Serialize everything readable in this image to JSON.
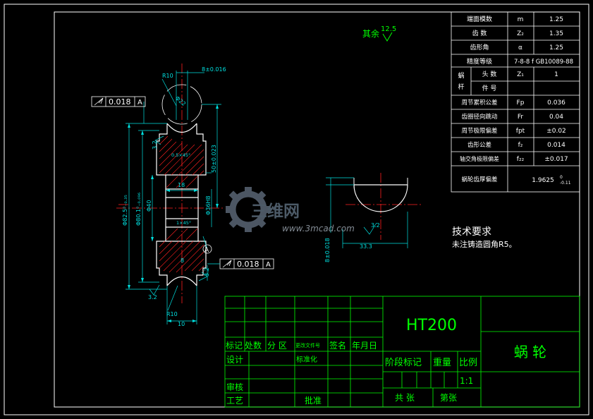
{
  "colors": {
    "background": "#000000",
    "outline": "#ffffff",
    "dimension": "#00e0e0",
    "center": "#ff2020",
    "title_block": "#00ff00",
    "watermark": "#4a5a6a"
  },
  "surface_finish": {
    "label": "其余",
    "value": "12.5"
  },
  "params": [
    {
      "name": "端面模数",
      "symbol": "m",
      "value": "1.25"
    },
    {
      "name": "齿  数",
      "symbol": "Z₂",
      "value": "1.35"
    },
    {
      "name": "齿形角",
      "symbol": "α",
      "value": "1.25"
    },
    {
      "name": "精度等级",
      "value": "7-8-8 f GB10089-88"
    },
    {
      "name": "蜗",
      "name2": "杆",
      "sub1": "头  数",
      "symbol1": "Z₁",
      "value1": "1",
      "sub2": "件  号"
    },
    {
      "name": "周节累积公差",
      "symbol": "Fp",
      "value": "0.036"
    },
    {
      "name": "齿圈径向跳动",
      "symbol": "Fr",
      "value": "0.04"
    },
    {
      "name": "周节极限偏差",
      "symbol": "fpt",
      "value": "±0.02"
    },
    {
      "name": "齿形公差",
      "symbol": "f₂",
      "value": "0.014"
    },
    {
      "name": "轴交角极限偏差",
      "symbol": "f₂₂",
      "value": "±0.017"
    },
    {
      "name": "蜗轮齿厚偏差",
      "value": "1.9625",
      "value_sup": "0",
      "value_sub": "-0.11"
    }
  ],
  "tolerance_frames": [
    {
      "value": "0.018",
      "datum": "A"
    },
    {
      "value": "0.018",
      "datum": "A"
    }
  ],
  "datum": "A",
  "dims": {
    "top_width": "8±0.016",
    "r10_top": "R10",
    "r10_bottom": "R10",
    "phi22": "Φ22",
    "rough_left": "3.2",
    "rough_right": "3.2",
    "rough_bottom": "3.2",
    "height_right": "50±0.023",
    "d_outer": "Φ82.5⁰₋₀.₃₅",
    "d_pitch": "Φ80.1⁰₋₀.₀₉₆",
    "d_shaft": "Φ40",
    "hub_width": "18",
    "chamfer_top": "0.5×45°",
    "chamfer_bottom": "1×45°",
    "bore": "Φ36H8",
    "bottom_width": "10",
    "eight": "8",
    "key_depth": "33.3",
    "key_rough": "3.2",
    "key_width": "8±0.018"
  },
  "tech_requirements": {
    "title": "技术要求",
    "line1": "未注铸造圆角R5。"
  },
  "watermark": {
    "brand": "三维网",
    "url": "www.3mcad.com"
  },
  "title_block": {
    "material": "HT200",
    "part_name": "蜗   轮",
    "h_mark": "标记",
    "h_count": "处数",
    "h_zone": "分 区",
    "h_doc": "更改文件号",
    "h_sign": "签名",
    "h_date": "年月日",
    "design": "设计",
    "standard": "标准化",
    "stage": "阶段标记",
    "weight": "重量",
    "scale": "比例",
    "scale_value": "1:1",
    "review": "审核",
    "process": "工艺",
    "approve": "批准",
    "sheets": "共  张",
    "sheet_no": "第张"
  }
}
